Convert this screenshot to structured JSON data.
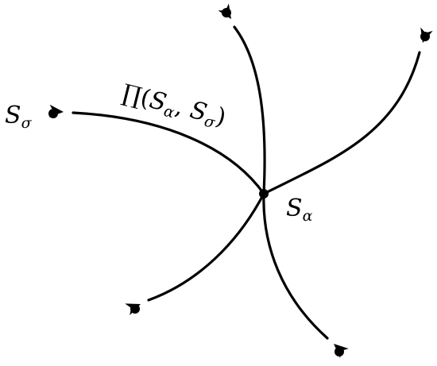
{
  "diagram": {
    "labels": {
      "source_node": {
        "symbol": "S",
        "subscript": "α"
      },
      "target_node": {
        "symbol": "S",
        "subscript": "σ"
      },
      "path_label": {
        "operator": "∏",
        "open_paren": "(",
        "arg1_symbol": "S",
        "arg1_subscript": "α",
        "separator": ", ",
        "arg2_symbol": "S",
        "arg2_subscript": "σ",
        "close_paren": ")"
      }
    },
    "colors": {
      "stroke": "#000000",
      "background": "#ffffff"
    }
  }
}
